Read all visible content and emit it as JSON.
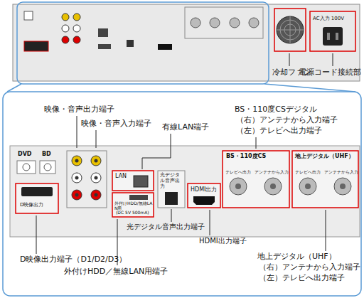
{
  "diagram": {
    "labels": [
      "冷却ファン",
      "電源コード接続部",
      "映像・音声出力端子",
      "映像・音声入力端子",
      "有線LAN端子",
      "BS・110度CSデジタル",
      "（右）アンテナから入力端子",
      "（左）テレビへ出力端子",
      "光デジタル音声出力端子",
      "HDMI出力端子",
      "D映像出力端子（D1/D2/D3）",
      "外付けHDD／無線LAN用端子",
      "地上デジタル（UHF）",
      "（右）アンテナから入力端子",
      "（左）テレビへ出力端子",
      "DVD",
      "BD",
      "D映像出力",
      "LAN",
      "外付けHDD/無線LAN用",
      "(DC 5V 500mA)",
      "光デジタル音声出力",
      "HDMI出力",
      "BS・110度CS",
      "テレビへ出力",
      "アンテナから入力",
      "地上デジタル（UHF）",
      "テレビへ出力",
      "アンテナから入力",
      "AC入力 100V"
    ]
  }
}
